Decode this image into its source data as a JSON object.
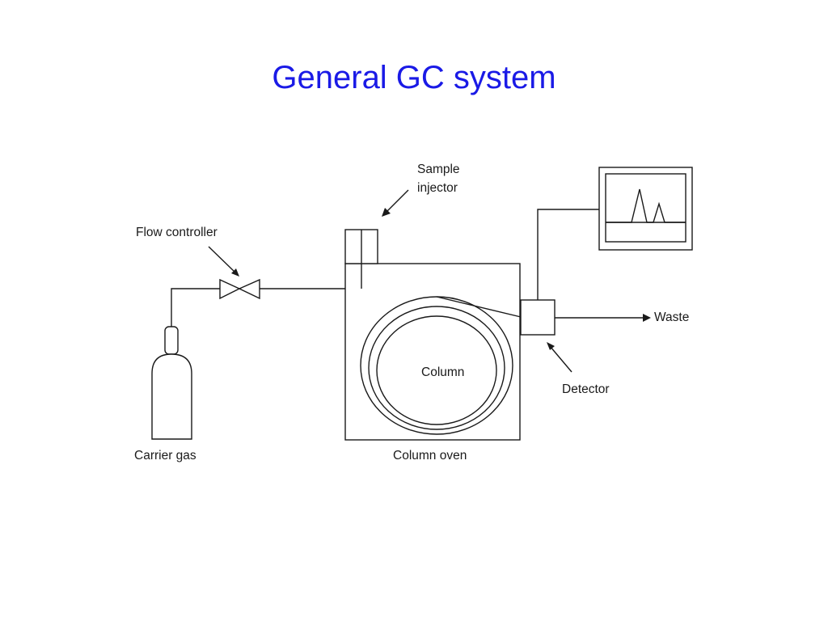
{
  "slide": {
    "title": "General GC system"
  },
  "labels": {
    "sample_injector_line1": "Sample",
    "sample_injector_line2": "injector",
    "flow_controller": "Flow controller",
    "column": "Column",
    "waste": "Waste",
    "detector": "Detector",
    "carrier_gas": "Carrier gas",
    "column_oven": "Column oven"
  },
  "colors": {
    "title": "#1a1ae6",
    "line": "#1a1a1a"
  },
  "icons": {
    "gas_cylinder": "gas-cylinder-icon",
    "valve": "valve-icon",
    "monitor": "chromatogram-monitor-icon"
  }
}
